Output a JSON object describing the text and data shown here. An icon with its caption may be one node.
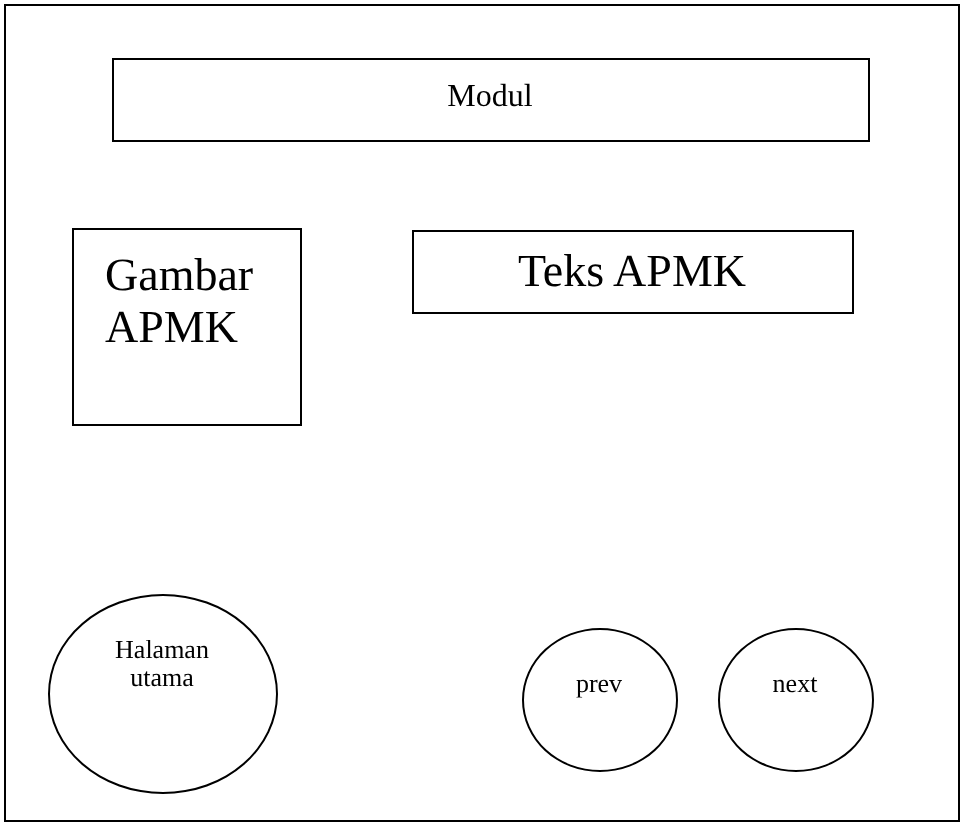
{
  "diagram": {
    "nodes": [
      {
        "text": [],
        "shape": "box"
      },
      {
        "text": [
          "Modul"
        ],
        "in": 0
      },
      {
        "text": [
          "Gambar APMK"
        ],
        "in": 0
      },
      {
        "text": [
          "Teks APMK"
        ],
        "in": 0
      },
      {
        "text": [
          "Halaman utama"
        ],
        "in": 0
      },
      {
        "text": [
          "prev"
        ],
        "in": 0
      },
      {
        "text": [
          "next"
        ],
        "in": 0
      }
    ]
  }
}
